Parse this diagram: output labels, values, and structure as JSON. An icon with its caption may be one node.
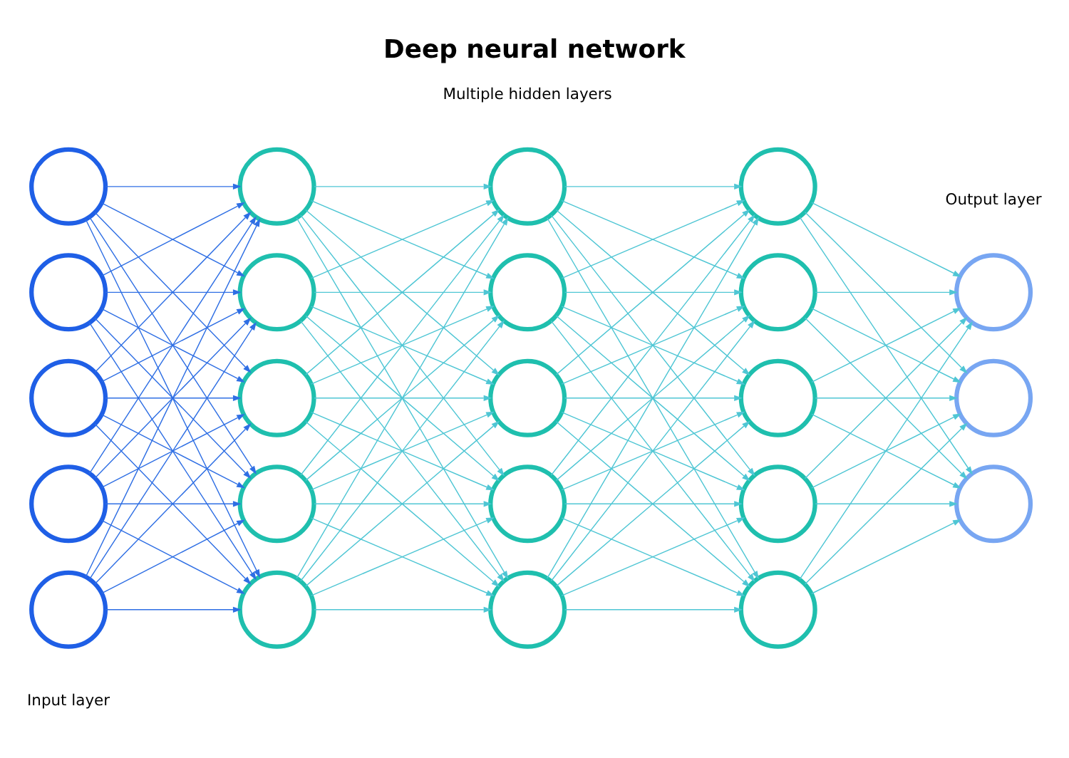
{
  "diagram": {
    "title": "Deep neural network",
    "nodes": [
      {
        "text": [],
        "shape": "circle"
      },
      {
        "text": [],
        "shape": "circle"
      },
      {
        "text": [],
        "shape": "circle"
      },
      {
        "text": [],
        "shape": "circle"
      },
      {
        "text": [],
        "shape": "circle"
      },
      {
        "text": [],
        "shape": "circle"
      },
      {
        "text": [],
        "shape": "circle"
      },
      {
        "text": [],
        "shape": "circle"
      },
      {
        "text": [],
        "shape": "circle"
      },
      {
        "text": [],
        "shape": "circle"
      },
      {
        "text": [],
        "shape": "circle"
      },
      {
        "text": [],
        "shape": "circle"
      },
      {
        "text": [],
        "shape": "circle"
      },
      {
        "text": [],
        "shape": "circle"
      },
      {
        "text": [],
        "shape": "circle"
      },
      {
        "text": [],
        "shape": "circle"
      },
      {
        "text": [],
        "shape": "circle"
      },
      {
        "text": [],
        "shape": "circle"
      },
      {
        "text": [],
        "shape": "circle"
      },
      {
        "text": [],
        "shape": "circle"
      },
      {
        "text": [],
        "shape": "circle"
      },
      {
        "text": [],
        "shape": "circle"
      },
      {
        "text": [],
        "shape": "circle"
      }
    ],
    "edges": [
      {
        "from": 0,
        "to": 5,
        "arrow": "to",
        "color": "#2f6fe4"
      },
      {
        "from": 0,
        "to": 6,
        "arrow": "to",
        "color": "#2f6fe4"
      },
      {
        "from": 0,
        "to": 7,
        "arrow": "to",
        "color": "#2f6fe4"
      },
      {
        "from": 0,
        "to": 8,
        "arrow": "to",
        "color": "#2f6fe4"
      },
      {
        "from": 0,
        "to": 9,
        "arrow": "to",
        "color": "#2f6fe4"
      },
      {
        "from": 1,
        "to": 5,
        "arrow": "to",
        "color": "#2f6fe4"
      },
      {
        "from": 1,
        "to": 6,
        "arrow": "to",
        "color": "#2f6fe4"
      },
      {
        "from": 1,
        "to": 7,
        "arrow": "to",
        "color": "#2f6fe4"
      },
      {
        "from": 1,
        "to": 8,
        "arrow": "to",
        "color": "#2f6fe4"
      },
      {
        "from": 1,
        "to": 9,
        "arrow": "to",
        "color": "#2f6fe4"
      },
      {
        "from": 2,
        "to": 5,
        "arrow": "to",
        "color": "#2f6fe4"
      },
      {
        "from": 2,
        "to": 6,
        "arrow": "to",
        "color": "#2f6fe4"
      },
      {
        "from": 2,
        "to": 7,
        "arrow": "to",
        "color": "#2f6fe4"
      },
      {
        "from": 2,
        "to": 8,
        "arrow": "to",
        "color": "#2f6fe4"
      },
      {
        "from": 2,
        "to": 9,
        "arrow": "to",
        "color": "#2f6fe4"
      },
      {
        "from": 3,
        "to": 5,
        "arrow": "to",
        "color": "#2f6fe4"
      },
      {
        "from": 3,
        "to": 6,
        "arrow": "to",
        "color": "#2f6fe4"
      },
      {
        "from": 3,
        "to": 7,
        "arrow": "to",
        "color": "#2f6fe4"
      },
      {
        "from": 3,
        "to": 8,
        "arrow": "to",
        "color": "#2f6fe4"
      },
      {
        "from": 3,
        "to": 9,
        "arrow": "to",
        "color": "#2f6fe4"
      },
      {
        "from": 4,
        "to": 5,
        "arrow": "to",
        "color": "#2f6fe4"
      },
      {
        "from": 4,
        "to": 6,
        "arrow": "to",
        "color": "#2f6fe4"
      },
      {
        "from": 4,
        "to": 7,
        "arrow": "to",
        "color": "#2f6fe4"
      },
      {
        "from": 4,
        "to": 8,
        "arrow": "to",
        "color": "#2f6fe4"
      },
      {
        "from": 4,
        "to": 9,
        "arrow": "to",
        "color": "#2f6fe4"
      },
      {
        "from": 5,
        "to": 10,
        "arrow": "to"
      },
      {
        "from": 5,
        "to": 11,
        "arrow": "to"
      },
      {
        "from": 5,
        "to": 12,
        "arrow": "to"
      },
      {
        "from": 5,
        "to": 13,
        "arrow": "to"
      },
      {
        "from": 5,
        "to": 14,
        "arrow": "to"
      },
      {
        "from": 6,
        "to": 10,
        "arrow": "to"
      },
      {
        "from": 6,
        "to": 11,
        "arrow": "to"
      },
      {
        "from": 6,
        "to": 12,
        "arrow": "to"
      },
      {
        "from": 6,
        "to": 13,
        "arrow": "to"
      },
      {
        "from": 6,
        "to": 14,
        "arrow": "to"
      },
      {
        "from": 7,
        "to": 10,
        "arrow": "to"
      },
      {
        "from": 7,
        "to": 11,
        "arrow": "to"
      },
      {
        "from": 7,
        "to": 12,
        "arrow": "to"
      },
      {
        "from": 7,
        "to": 13,
        "arrow": "to"
      },
      {
        "from": 7,
        "to": 14,
        "arrow": "to"
      },
      {
        "from": 8,
        "to": 10,
        "arrow": "to"
      },
      {
        "from": 8,
        "to": 11,
        "arrow": "to"
      },
      {
        "from": 8,
        "to": 12,
        "arrow": "to"
      },
      {
        "from": 8,
        "to": 13,
        "arrow": "to"
      },
      {
        "from": 8,
        "to": 14,
        "arrow": "to"
      },
      {
        "from": 9,
        "to": 10,
        "arrow": "to"
      },
      {
        "from": 9,
        "to": 11,
        "arrow": "to"
      },
      {
        "from": 9,
        "to": 12,
        "arrow": "to"
      },
      {
        "from": 9,
        "to": 13,
        "arrow": "to"
      },
      {
        "from": 9,
        "to": 14,
        "arrow": "to"
      },
      {
        "from": 10,
        "to": 15,
        "arrow": "to"
      },
      {
        "from": 10,
        "to": 16,
        "arrow": "to"
      },
      {
        "from": 10,
        "to": 17,
        "arrow": "to"
      },
      {
        "from": 10,
        "to": 18,
        "arrow": "to"
      },
      {
        "from": 10,
        "to": 19,
        "arrow": "to"
      },
      {
        "from": 11,
        "to": 15,
        "arrow": "to"
      },
      {
        "from": 11,
        "to": 16,
        "arrow": "to"
      },
      {
        "from": 11,
        "to": 17,
        "arrow": "to"
      },
      {
        "from": 11,
        "to": 18,
        "arrow": "to"
      },
      {
        "from": 11,
        "to": 19,
        "arrow": "to"
      },
      {
        "from": 12,
        "to": 15,
        "arrow": "to"
      },
      {
        "from": 12,
        "to": 16,
        "arrow": "to"
      },
      {
        "from": 12,
        "to": 17,
        "arrow": "to"
      },
      {
        "from": 12,
        "to": 18,
        "arrow": "to"
      },
      {
        "from": 12,
        "to": 19,
        "arrow": "to"
      },
      {
        "from": 13,
        "to": 15,
        "arrow": "to"
      },
      {
        "from": 13,
        "to": 16,
        "arrow": "to"
      },
      {
        "from": 13,
        "to": 17,
        "arrow": "to"
      },
      {
        "from": 13,
        "to": 18,
        "arrow": "to"
      },
      {
        "from": 13,
        "to": 19,
        "arrow": "to"
      },
      {
        "from": 14,
        "to": 15,
        "arrow": "to"
      },
      {
        "from": 14,
        "to": 16,
        "arrow": "to"
      },
      {
        "from": 14,
        "to": 17,
        "arrow": "to"
      },
      {
        "from": 14,
        "to": 18,
        "arrow": "to"
      },
      {
        "from": 14,
        "to": 19,
        "arrow": "to"
      },
      {
        "from": 15,
        "to": 20,
        "arrow": "to"
      },
      {
        "from": 15,
        "to": 21,
        "arrow": "to"
      },
      {
        "from": 15,
        "to": 22,
        "arrow": "to"
      },
      {
        "from": 16,
        "to": 20,
        "arrow": "to"
      },
      {
        "from": 16,
        "to": 21,
        "arrow": "to"
      },
      {
        "from": 16,
        "to": 22,
        "arrow": "to"
      },
      {
        "from": 17,
        "to": 20,
        "arrow": "to"
      },
      {
        "from": 17,
        "to": 21,
        "arrow": "to"
      },
      {
        "from": 17,
        "to": 22,
        "arrow": "to"
      },
      {
        "from": 18,
        "to": 20,
        "arrow": "to"
      },
      {
        "from": 18,
        "to": 21,
        "arrow": "to"
      },
      {
        "from": 18,
        "to": 22,
        "arrow": "to"
      },
      {
        "from": 19,
        "to": 20,
        "arrow": "to"
      },
      {
        "from": 19,
        "to": 21,
        "arrow": "to"
      },
      {
        "from": 19,
        "to": 22,
        "arrow": "to"
      }
    ],
    "labels": [
      "Input layer",
      "Multiple hidden layers",
      "Output layer"
    ]
  }
}
